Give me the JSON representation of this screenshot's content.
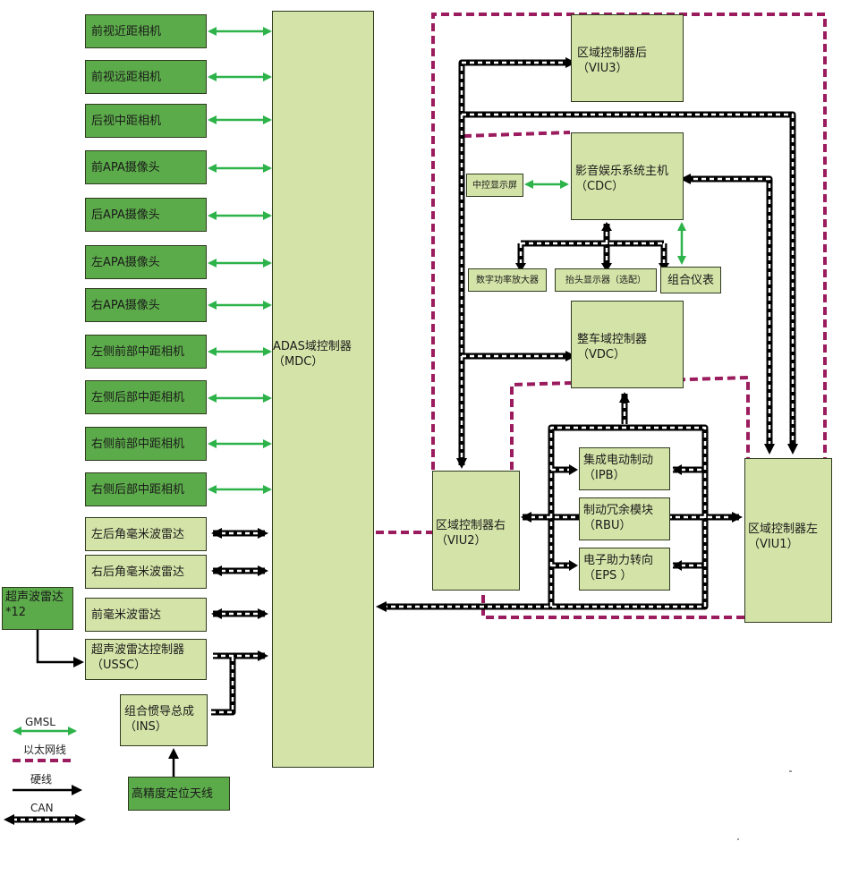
{
  "cameras": [
    "前视近距相机",
    "前视远距相机",
    "后视中距相机",
    "前APA摄像头",
    "后APA摄像头",
    "左APA摄像头",
    "右APA摄像头",
    "左侧前部中距相机",
    "左侧后部中距相机",
    "右侧前部中距相机",
    "右侧后部中距相机"
  ],
  "radars": [
    "左后角毫米波雷达",
    "右后角毫米波雷达",
    "前毫米波雷达"
  ],
  "ultrasonic": {
    "line1": "超声波雷达",
    "line2": "*12"
  },
  "ussc": {
    "line1": "超声波雷达控制器",
    "line2": "（USSC）"
  },
  "ins": {
    "line1": "组合惯导总成",
    "line2": "（INS）"
  },
  "antenna": "高精度定位天线",
  "mdc": {
    "line1": "ADAS域控制器",
    "line2": "（MDC）"
  },
  "viu3": {
    "line1": "区域控制器后",
    "line2": "（VIU3）"
  },
  "cdc": {
    "line1": "影音娱乐系统主机",
    "line2": "（CDC）"
  },
  "center_display": "中控显示屏",
  "amp": "数字功率放大器",
  "hud": "抬头显示器（选配）",
  "cluster": "组合仪表",
  "vdc": {
    "line1": "整车域控制器",
    "line2": "（VDC）"
  },
  "ipb": {
    "line1": "集成电动制动",
    "line2": "（IPB）"
  },
  "rbu": {
    "line1": "制动冗余模块",
    "line2": "（RBU）"
  },
  "eps": {
    "line1": "电子助力转向",
    "line2": "（EPS ）"
  },
  "viu2": {
    "line1": "区域控制器右",
    "line2": "（VIU2）"
  },
  "viu1": {
    "line1": "区域控制器左",
    "line2": "（VIU1）"
  },
  "legend": {
    "gmsl": "GMSL",
    "ethernet": "以太网线",
    "hardwire": "硬线",
    "can": "CAN"
  },
  "colors": {
    "gmsl": "#2db34a",
    "ethernet": "#9b1c5e",
    "box_dark": "#5cab4a",
    "box_light": "#d4e4a8"
  }
}
